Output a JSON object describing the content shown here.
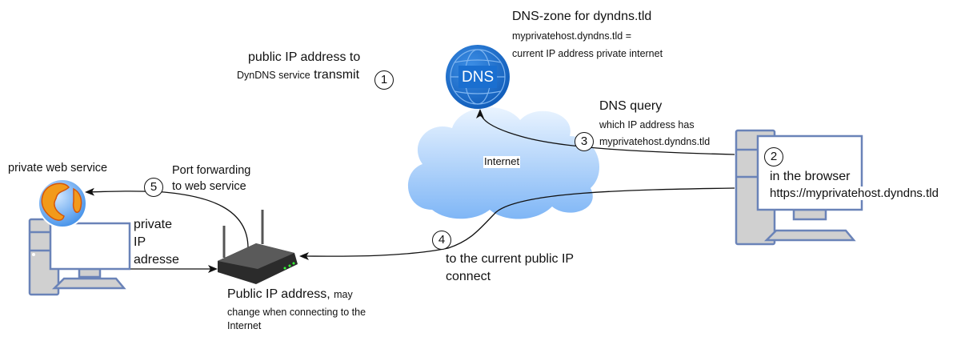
{
  "step1": {
    "number": "1",
    "line1": "public IP address to",
    "line2_small": "DynDNS service",
    "line2_large": "transmit"
  },
  "dns_zone": {
    "title": "DNS-zone for dyndns.tld",
    "line1": "myprivatehost.dyndns.tld =",
    "line2": "current IP address private internet",
    "icon_label": "DNS"
  },
  "step3": {
    "number": "3",
    "title": "DNS query",
    "line1": "which IP address has",
    "line2": "myprivatehost.dyndns.tld"
  },
  "internet_label": "Internet",
  "step2": {
    "number": "2",
    "line1": "in the browser",
    "line2": "https://myprivatehost.dyndns.tld"
  },
  "step4": {
    "number": "4",
    "line1": "to the current public IP",
    "line2": "connect"
  },
  "step5": {
    "number": "5",
    "line1": "Port forwarding",
    "line2": "to web service"
  },
  "private_web_service": "private web service",
  "private_ip": {
    "line1": "private",
    "line2": "IP",
    "line3": "adresse"
  },
  "router_label": {
    "large": "Public IP address,",
    "small1": "may",
    "small2": "change when connecting to the",
    "small3": "Internet"
  },
  "colors": {
    "dns_blue": "#1a6fd0",
    "cloud": "#a9d0fb",
    "pc_fill": "#d0d0d0",
    "pc_stroke": "#6a83b8"
  }
}
